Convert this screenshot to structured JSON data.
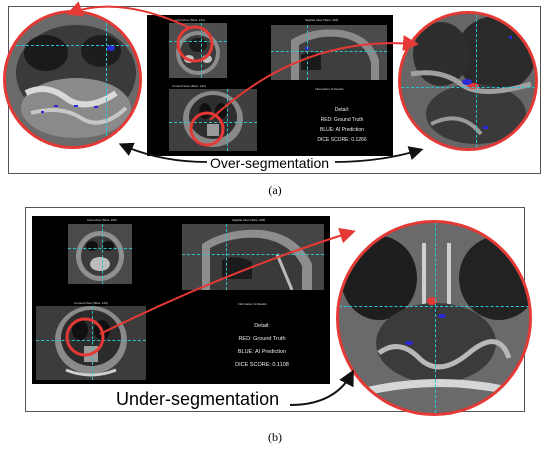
{
  "panel_a": {
    "caption": "(a)",
    "viewer": {
      "axial_title": "Axial View (Slice: 134)",
      "sagittal_title": "Sagittal View (Slice: 303)",
      "coronal_title": "Coronal View (Slice: 142)",
      "info_title": "Information & Results",
      "detail_label": "Detail:",
      "red_label": "RED: Ground Truth",
      "blue_label": "BLUE: AI Prediction",
      "dice_label": "DICE SCORE: 0.1266"
    },
    "annotation": "Over-segmentation"
  },
  "panel_b": {
    "caption": "(b)",
    "viewer": {
      "axial_title": "Axial View (Slice: 166)",
      "sagittal_title": "Sagittal View (Slice: 283)",
      "coronal_title": "Coronal View (Slice: 123)",
      "info_title": "Information & Results",
      "detail_label": "Detail:",
      "red_label": "RED: Ground Truth",
      "blue_label": "BLUE: AI Prediction",
      "dice_label": "DICE SCORE: 0.1108"
    },
    "annotation": "Under-segmentation"
  },
  "colors": {
    "ground_truth": "#e53935",
    "prediction": "#2a2ad8",
    "crosshair": "#26c6da",
    "highlight": "#e53935"
  }
}
